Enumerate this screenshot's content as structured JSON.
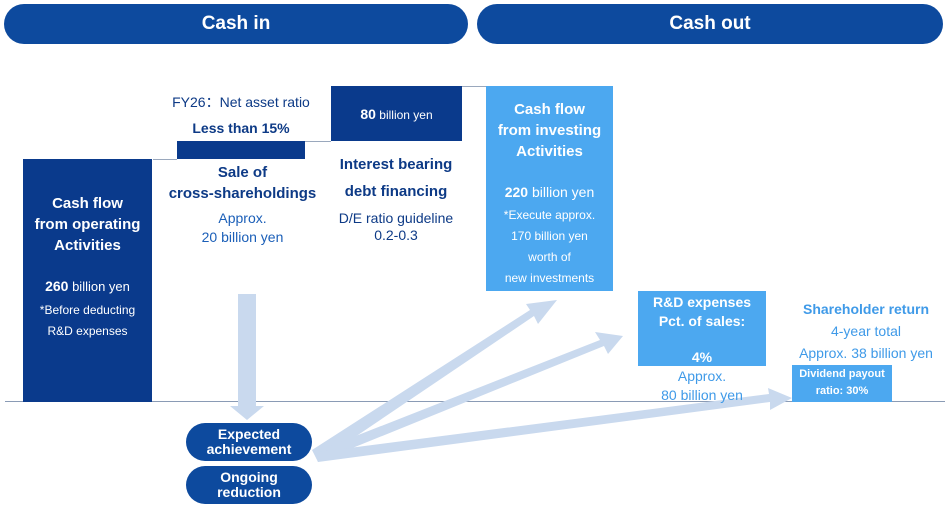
{
  "headers": {
    "cash_in": "Cash in",
    "cash_out": "Cash out"
  },
  "operating": {
    "title_1": "Cash flow",
    "title_2": "from operating",
    "title_3": "Activities",
    "amount": "260",
    "amount_unit": "billion yen",
    "note_1": "*Before deducting",
    "note_2": "R&D expenses"
  },
  "net_asset": {
    "line1": "FY26：Net asset ratio",
    "line2": "Less than 15%"
  },
  "cross": {
    "title_1": "Sale of",
    "title_2": "cross-shareholdings",
    "approx": "Approx.",
    "amount": "20 billion yen"
  },
  "debt": {
    "box_amount": "80",
    "box_unit": "billion yen",
    "title_1": "Interest bearing",
    "title_2": "debt financing",
    "guideline_1": "D/E ratio guideline",
    "guideline_2": "0.2-0.3"
  },
  "investing": {
    "title_1": "Cash flow",
    "title_2": "from investing",
    "title_3": "Activities",
    "amount": "220",
    "amount_unit": "billion yen",
    "note_1": "*Execute approx.",
    "note_2": "170 billion yen",
    "note_3": "worth of",
    "note_4": "new investments"
  },
  "rnd": {
    "title_1": "R&D expenses",
    "title_2": "Pct. of sales:",
    "pct": "4%",
    "approx": "Approx.",
    "amount": "80 billion yen"
  },
  "shareholder": {
    "title": "Shareholder return",
    "total": "4-year total",
    "amount": "Approx. 38 billion yen",
    "payout_1": "Dividend payout",
    "payout_2": "ratio: 30%"
  },
  "pills": {
    "expected_1": "Expected",
    "expected_2": "achievement",
    "ongoing_1": "Ongoing",
    "ongoing_2": "reduction"
  },
  "colors": {
    "dark_navy": "#0a3a8c",
    "header_blue": "#0d4a9e",
    "light_blue": "#4ca8f0",
    "arrow": "#c9d9ee"
  }
}
